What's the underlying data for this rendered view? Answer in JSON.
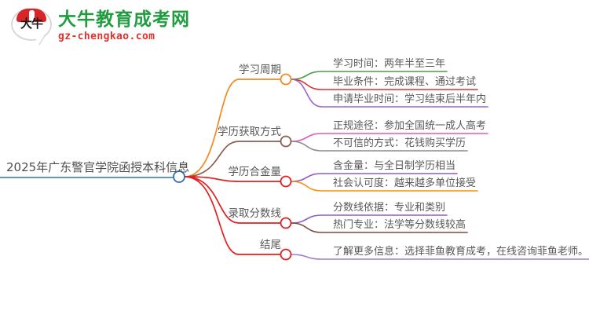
{
  "logo": {
    "mark_text": "大牛",
    "brand_name": "大牛教育成考网",
    "brand_url": "gz-chengkao.com",
    "brand_color": "#1f9d3f",
    "url_color": "#e0322c",
    "mark_color": "#d9252a"
  },
  "mindmap": {
    "root": {
      "label": "2025年广东警官学院函授本科信息",
      "color": "#2f6fb5"
    },
    "branches": [
      {
        "label": "学习周期",
        "color": "#f08a1e",
        "children": [
          {
            "label": "学习时间：两年半至三年",
            "color": "#4a9e3f"
          },
          {
            "label": "毕业条件：完成课程、通过考试",
            "color": "#e03030"
          },
          {
            "label": "申请毕业时间：学习结束后半年内",
            "color": "#9966cc"
          }
        ]
      },
      {
        "label": "学历获取方式",
        "color": "#8b5e52",
        "children": [
          {
            "label": "正规途径：参加全国统一成人高考",
            "color": "#e858b8"
          },
          {
            "label": "不可信的方式：花钱购买学历",
            "color": "#8c8c8c"
          }
        ]
      },
      {
        "label": "学历合金量",
        "color": "#e02020",
        "children": [
          {
            "label": "含金量：与全日制学历相当",
            "color": "#8b5fc4"
          },
          {
            "label": "社会认可度：越来越多单位接受",
            "color": "#f2910d"
          }
        ]
      },
      {
        "label": "录取分数线",
        "color": "#e02020",
        "children": [
          {
            "label": "分数线依据：专业和类别",
            "color": "#8b5fc4"
          },
          {
            "label": "热门专业：法学等分数线较高",
            "color": "#7a4b3a"
          }
        ]
      },
      {
        "label": "结尾",
        "color": "#e02020",
        "children": [
          {
            "label": "了解更多信息：选择菲鱼教育成考，在线咨询菲鱼老师。",
            "color": "#9b7fd4"
          }
        ]
      }
    ]
  }
}
